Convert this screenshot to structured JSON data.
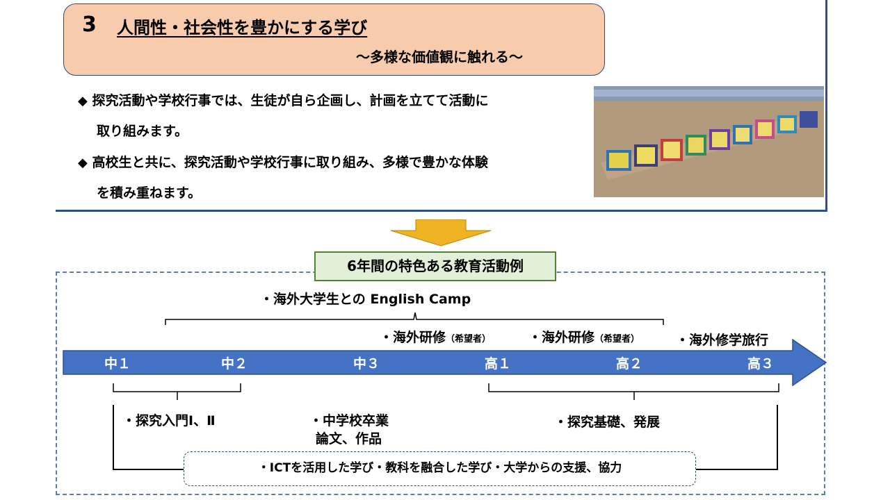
{
  "header": {
    "number": "3",
    "title": "人間性・社会性を豊かにする学び",
    "subtitle": "～多様な価値観に触れる～"
  },
  "bullets": [
    {
      "mark": "◆",
      "line1": "探究活動や学校行事では、生徒が自ら企画し、計画を立てて活動に",
      "line2": "取り組みます。"
    },
    {
      "mark": "◆",
      "line1": "高校生と共に、探究活動や学校行事に取り組み、多様で豊かな体験",
      "line2": "を積み重ねます。"
    }
  ],
  "section_label": "6年間の特色ある教育活動例",
  "above_timeline": {
    "english_camp": "・海外大学生との English Camp",
    "overseas_training_1": "・海外研修",
    "overseas_training_1_note": "（希望者）",
    "overseas_training_2": "・海外研修",
    "overseas_training_2_note": "（希望者）",
    "school_trip": "・海外修学旅行"
  },
  "timeline": {
    "grades": [
      "中１",
      "中２",
      "中３",
      "高１",
      "高２",
      "高３"
    ],
    "color": "#4472c4"
  },
  "below_timeline": {
    "inquiry_intro": "・探究入門Ⅰ、Ⅱ",
    "graduation_line1": "・中学校卒業",
    "graduation_line2": "論文、作品",
    "inquiry_basic": "・探究基礎、発展",
    "ict": "・ICTを活用した学び・教科を融合した学び・大学からの支援、協力"
  },
  "colors": {
    "header_bg": "#f8cbad",
    "label_bg": "#e2f0d9",
    "arrow_down": "#f0b323",
    "frame": "#2f4f8f"
  }
}
